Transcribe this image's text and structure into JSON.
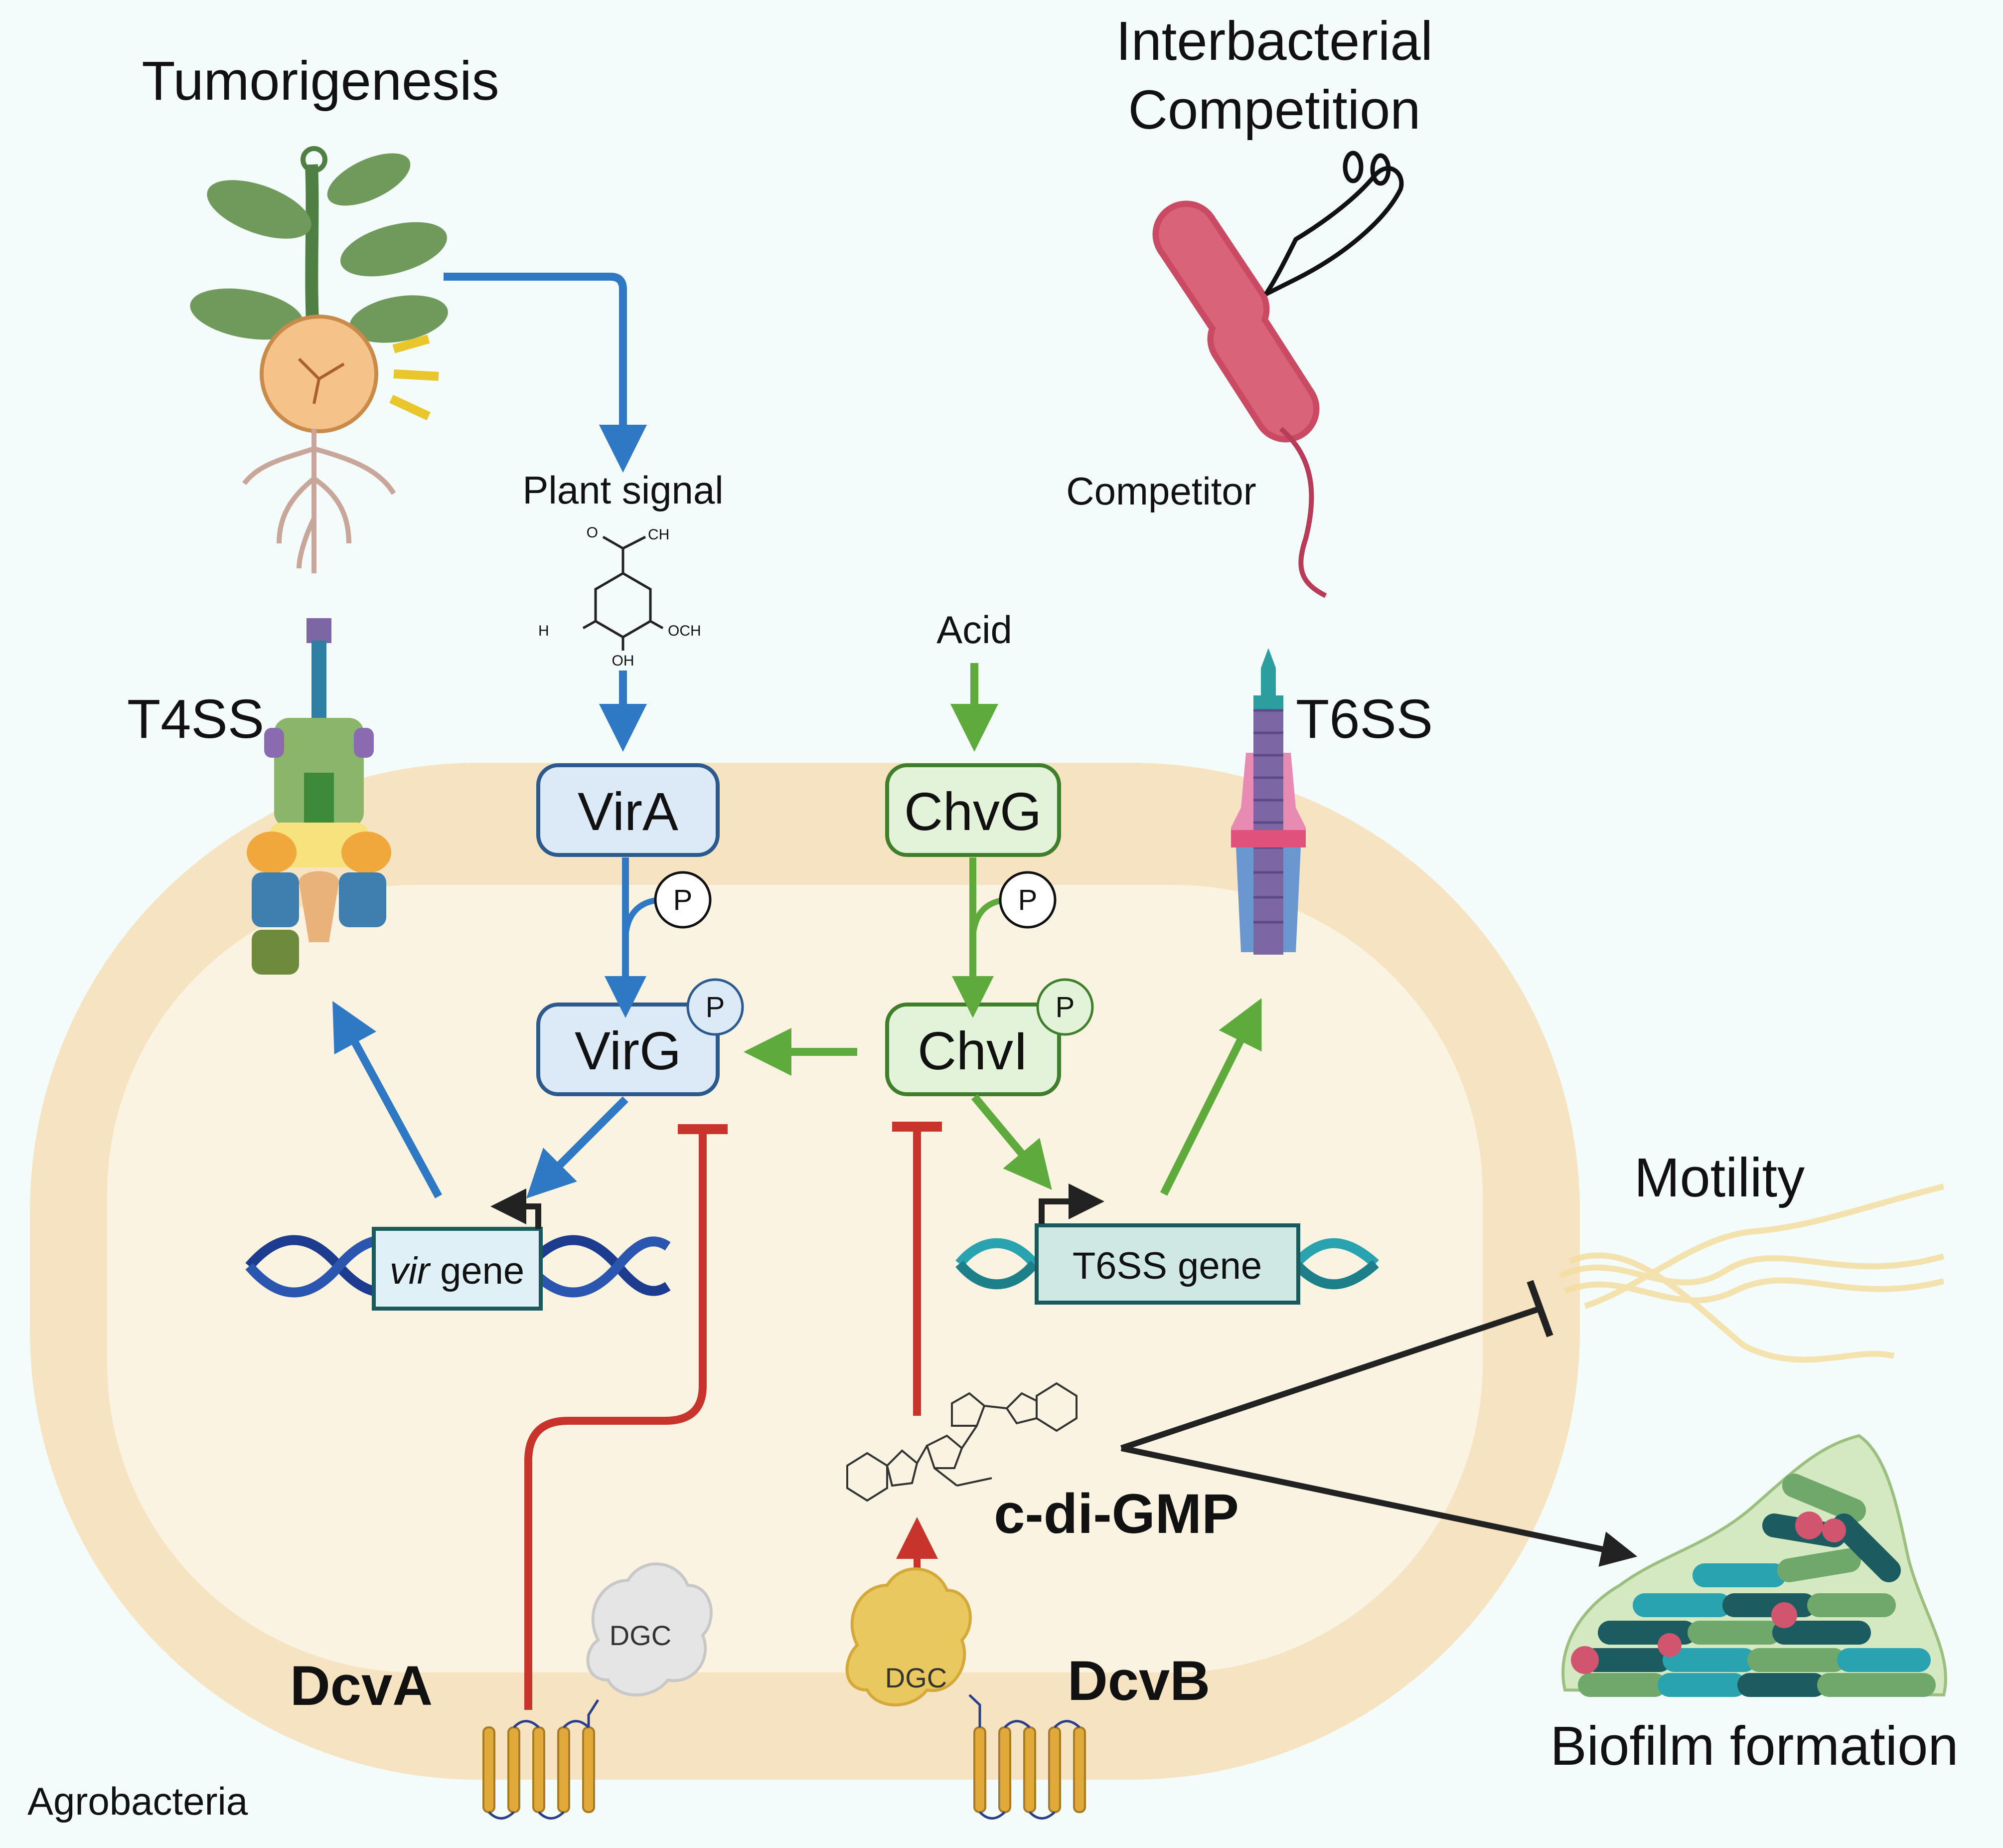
{
  "labels": {
    "tumorigenesis": "Tumorigenesis",
    "interbacterial_line1": "Interbacterial",
    "interbacterial_line2": "Competition",
    "competitor": "Competitor",
    "plant_signal": "Plant signal",
    "acid": "Acid",
    "t4ss": "T4SS",
    "t6ss": "T6SS",
    "motility": "Motility",
    "biofilm": "Biofilm formation",
    "agrobacteria": "Agrobacteria",
    "dcva": "DcvA",
    "dcvb": "DcvB",
    "cdigmp": "c-di-GMP"
  },
  "molecule": {
    "acetyl_ch3": "CH",
    "acetyl_o": "O",
    "h3co": "H",
    "och3": "OCH",
    "oh": "OH"
  },
  "boxes": {
    "vira": "VirA",
    "virg": "VirG",
    "chvg": "ChvG",
    "chvi": "ChvI"
  },
  "phospho": "P",
  "genes": {
    "vir_italic": "vir",
    "vir_rest": " gene",
    "t6ss_gene": "T6SS gene"
  },
  "dgc": "DGC",
  "colors": {
    "blue_arrow": "#2f79c4",
    "green_arrow": "#5faa3c",
    "red_inhibit": "#c8342c",
    "black_arrow": "#222222",
    "cell_outer": "#f6e3c2",
    "cell_inner": "#faf3e1",
    "vir_box_fill": "#dce9f7",
    "vir_box_stroke": "#2c5a8e",
    "chv_box_fill": "#e3f3da",
    "chv_box_stroke": "#3f7f2b"
  }
}
